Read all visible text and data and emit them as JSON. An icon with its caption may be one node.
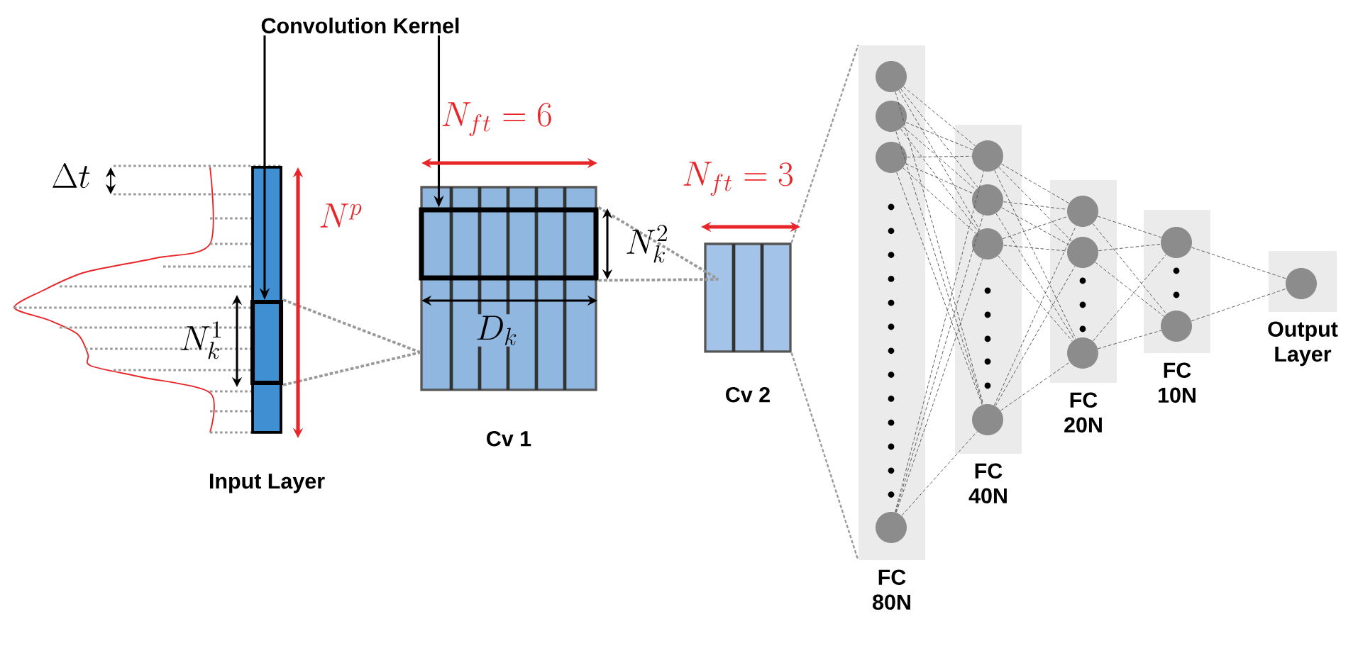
{
  "diagram": {
    "nodes": [
      {
        "text": [
          "Convolution Kernel"
        ]
      },
      {
        "text": [],
        "shape": "bar",
        "beside": [
          "Input Layer"
        ]
      },
      {
        "text": [],
        "shape": "box",
        "in": 1
      },
      {
        "text": [],
        "shape": "box",
        "beside": [
          "Cv 1"
        ]
      },
      {
        "text": [],
        "shape": "box",
        "in": 3
      },
      {
        "text": [],
        "shape": "box",
        "beside": [
          "Cv 2"
        ]
      },
      {
        "text": [
          "FC 80N"
        ]
      },
      {
        "text": [],
        "shape": "circle",
        "in": 6
      },
      {
        "text": [],
        "shape": "circle",
        "in": 6
      },
      {
        "text": [],
        "shape": "circle",
        "in": 6
      },
      {
        "text": [],
        "shape": "circle",
        "in": 6
      },
      {
        "text": [
          "FC 40N"
        ]
      },
      {
        "text": [],
        "shape": "circle",
        "in": 11
      },
      {
        "text": [],
        "shape": "circle",
        "in": 11
      },
      {
        "text": [],
        "shape": "circle",
        "in": 11
      },
      {
        "text": [],
        "shape": "circle",
        "in": 11
      },
      {
        "text": [
          "FC 20N"
        ]
      },
      {
        "text": [],
        "shape": "circle",
        "in": 16
      },
      {
        "text": [],
        "shape": "circle",
        "in": 16
      },
      {
        "text": [],
        "shape": "circle",
        "in": 16
      },
      {
        "text": [
          "FC 10N"
        ]
      },
      {
        "text": [],
        "shape": "circle",
        "in": 20
      },
      {
        "text": [],
        "shape": "circle",
        "in": 20
      },
      {
        "text": [
          "Output Layer"
        ]
      },
      {
        "text": [],
        "shape": "circle",
        "in": 23
      }
    ],
    "edges": [
      {
        "from": 0,
        "to": 2,
        "arrow": "to",
        "color": "#000000"
      },
      {
        "from": 0,
        "to": 4,
        "arrow": "to",
        "color": "#000000"
      },
      {
        "from": 2,
        "to": 3,
        "arrow": "none",
        "style": "dashed",
        "color": "#999999"
      },
      {
        "from": 4,
        "to": 5,
        "arrow": "none",
        "style": "dashed",
        "color": "#999999"
      },
      {
        "from": 5,
        "to": 6,
        "arrow": "none",
        "style": "dashed",
        "color": "#999999"
      },
      {
        "from": 7,
        "to": 12,
        "arrow": "none",
        "style": "dashed"
      },
      {
        "from": 7,
        "to": 13,
        "arrow": "none",
        "style": "dashed"
      },
      {
        "from": 7,
        "to": 14,
        "arrow": "none",
        "style": "dashed"
      },
      {
        "from": 7,
        "to": 15,
        "arrow": "none",
        "style": "dashed"
      },
      {
        "from": 8,
        "to": 12,
        "arrow": "none",
        "style": "dashed"
      },
      {
        "from": 8,
        "to": 13,
        "arrow": "none",
        "style": "dashed"
      },
      {
        "from": 8,
        "to": 14,
        "arrow": "none",
        "style": "dashed"
      },
      {
        "from": 8,
        "to": 15,
        "arrow": "none",
        "style": "dashed"
      },
      {
        "from": 9,
        "to": 12,
        "arrow": "none",
        "style": "dashed"
      },
      {
        "from": 9,
        "to": 13,
        "arrow": "none",
        "style": "dashed"
      },
      {
        "from": 9,
        "to": 14,
        "arrow": "none",
        "style": "dashed"
      },
      {
        "from": 9,
        "to": 15,
        "arrow": "none",
        "style": "dashed"
      },
      {
        "from": 10,
        "to": 12,
        "arrow": "none",
        "style": "dashed"
      },
      {
        "from": 10,
        "to": 13,
        "arrow": "none",
        "style": "dashed"
      },
      {
        "from": 10,
        "to": 14,
        "arrow": "none",
        "style": "dashed"
      },
      {
        "from": 10,
        "to": 15,
        "arrow": "none",
        "style": "dashed"
      },
      {
        "from": 12,
        "to": 17,
        "arrow": "none",
        "style": "dashed"
      },
      {
        "from": 12,
        "to": 18,
        "arrow": "none",
        "style": "dashed"
      },
      {
        "from": 12,
        "to": 19,
        "arrow": "none",
        "style": "dashed"
      },
      {
        "from": 13,
        "to": 17,
        "arrow": "none",
        "style": "dashed"
      },
      {
        "from": 13,
        "to": 18,
        "arrow": "none",
        "style": "dashed"
      },
      {
        "from": 13,
        "to": 19,
        "arrow": "none",
        "style": "dashed"
      },
      {
        "from": 14,
        "to": 17,
        "arrow": "none",
        "style": "dashed"
      },
      {
        "from": 14,
        "to": 18,
        "arrow": "none",
        "style": "dashed"
      },
      {
        "from": 14,
        "to": 19,
        "arrow": "none",
        "style": "dashed"
      },
      {
        "from": 15,
        "to": 17,
        "arrow": "none",
        "style": "dashed"
      },
      {
        "from": 15,
        "to": 18,
        "arrow": "none",
        "style": "dashed"
      },
      {
        "from": 15,
        "to": 19,
        "arrow": "none",
        "style": "dashed"
      },
      {
        "from": 17,
        "to": 21,
        "arrow": "none",
        "style": "dashed"
      },
      {
        "from": 17,
        "to": 22,
        "arrow": "none",
        "style": "dashed"
      },
      {
        "from": 18,
        "to": 21,
        "arrow": "none",
        "style": "dashed"
      },
      {
        "from": 18,
        "to": 22,
        "arrow": "none",
        "style": "dashed"
      },
      {
        "from": 19,
        "to": 21,
        "arrow": "none",
        "style": "dashed"
      },
      {
        "from": 19,
        "to": 22,
        "arrow": "none",
        "style": "dashed"
      },
      {
        "from": 21,
        "to": 24,
        "arrow": "none",
        "style": "dashed"
      },
      {
        "from": 22,
        "to": 24,
        "arrow": "none",
        "style": "dashed"
      }
    ],
    "labels": [
      "\\Delta t",
      "N^p",
      "N_k^1",
      "N_{ft} = 6",
      "N_k^2",
      "D_k",
      "N_{ft} = 3"
    ]
  }
}
